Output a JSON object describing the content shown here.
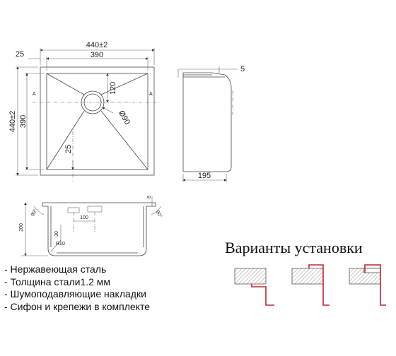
{
  "top_view": {
    "overall_width": "440±2",
    "flange": "25",
    "inner_width": "390",
    "overall_height": "440±2",
    "inner_height": "390",
    "drain_offset": "120",
    "drain_diameter": "Ø90",
    "bottom_offset": "25",
    "section_mark": "A"
  },
  "side_view": {
    "flange_height": "5",
    "depth": "195"
  },
  "section_view": {
    "height": "200",
    "drain_height": "30",
    "drain_width": "100",
    "flange_mark": "8",
    "radius": "R10",
    "angle": "90°"
  },
  "installation": {
    "title": "Варианты установки",
    "options": [
      "undermount",
      "flush",
      "top-mount"
    ]
  },
  "features": [
    "- Нержавеющая сталь",
    "- Толщина стали1.2 мм",
    "- Шумоподавляющие накладки",
    "- Сифон и крепежи в комплекте"
  ]
}
